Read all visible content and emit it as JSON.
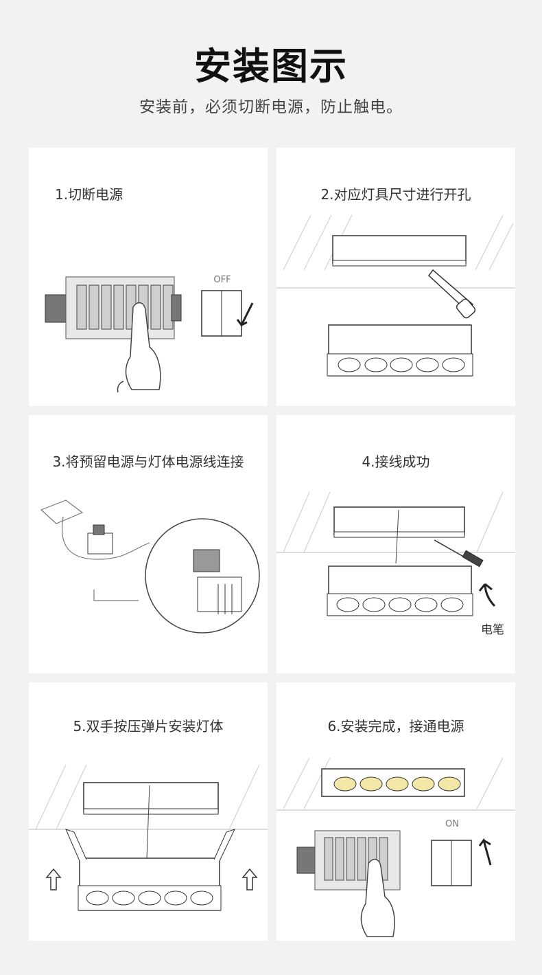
{
  "page": {
    "title": "安装图示",
    "subtitle": "安装前，必须切断电源，防止触电。"
  },
  "steps": [
    {
      "label": "1.切断电源",
      "switch_text": "OFF"
    },
    {
      "label": "2.对应灯具尺寸进行开孔"
    },
    {
      "label": "3.将预留电源与灯体电源线连接"
    },
    {
      "label": "4.接线成功",
      "annotation": "电笔"
    },
    {
      "label": "5.双手按压弹片安装灯体"
    },
    {
      "label": "6.安装完成，接通电源",
      "switch_text": "ON"
    }
  ],
  "colors": {
    "background": "#f2f2f2",
    "panel": "#ffffff",
    "line": "#333333",
    "hatch": "#bbbbbb",
    "led_on": "#f3e7a8"
  },
  "icons": [
    "breaker-icon",
    "hand-icon",
    "wall-switch-icon",
    "saw-icon",
    "screwdriver-icon",
    "arrow-icon",
    "light-fixture-icon",
    "connector-icon"
  ]
}
